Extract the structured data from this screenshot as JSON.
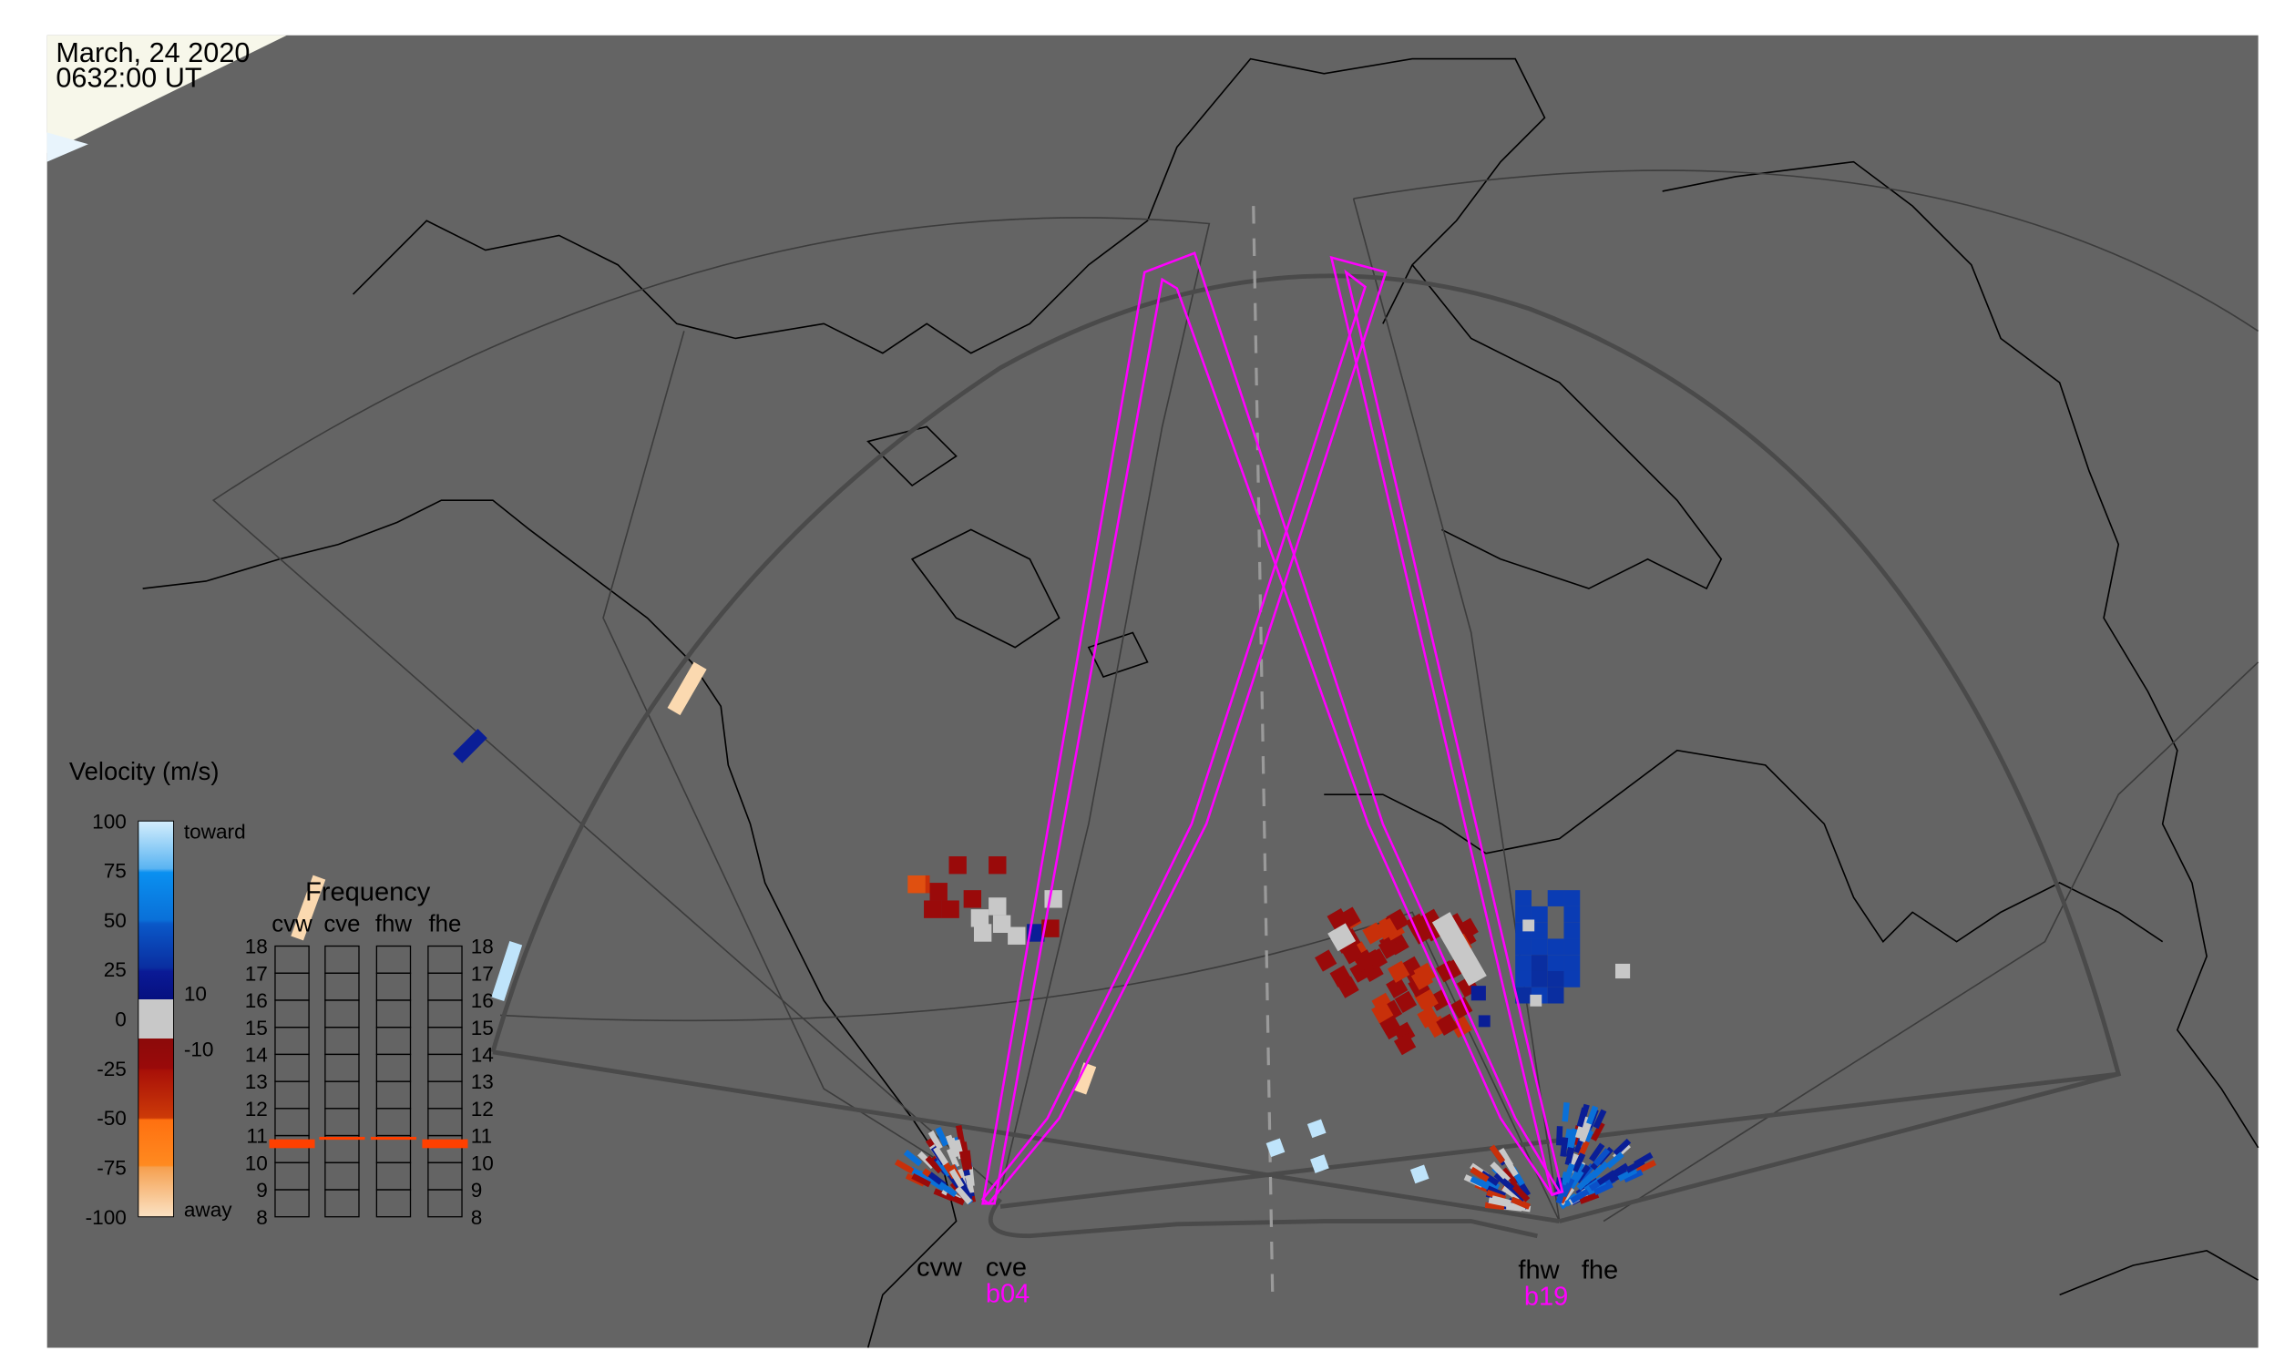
{
  "header": {
    "date": "March, 24 2020",
    "time": "0632:00 UT"
  },
  "velocity_legend": {
    "title": "Velocity (m/s)",
    "ticks": [
      "100",
      "75",
      "50",
      "25",
      "0",
      "-25",
      "-50",
      "-75",
      "-100"
    ],
    "toward_label": "toward",
    "away_label": "away",
    "upper_threshold": "10",
    "lower_threshold": "-10",
    "colors": {
      "toward_light": "#bfe4fb",
      "toward_mid": "#0a7fe6",
      "toward_dark": "#0a1e96",
      "near_zero": "#c8c8c8",
      "away_dark": "#9a0a0a",
      "away_mid": "#c8300a",
      "away_orange": "#ff7f10",
      "away_light": "#fbd9b0"
    }
  },
  "frequency_panel": {
    "title": "Frequency",
    "columns": [
      "cvw",
      "cve",
      "fhw",
      "fhe"
    ],
    "ticks": [
      "18",
      "17",
      "16",
      "15",
      "14",
      "13",
      "12",
      "11",
      "10",
      "9",
      "8"
    ],
    "frequencies_mhz": {
      "cvw": 10.7,
      "cve": 10.9,
      "fhw": 10.9,
      "fhe": 10.7
    },
    "marker_color": "#ff4000"
  },
  "sites": {
    "cvw": "cvw",
    "cve": "cve",
    "fhw": "fhw",
    "fhe": "fhe",
    "beam_cve": "b04",
    "beam_fhw": "b19"
  },
  "colors": {
    "map_bg": "#646464",
    "beam": "#ff00ff",
    "fov": "#505050",
    "coast": "#000000"
  }
}
